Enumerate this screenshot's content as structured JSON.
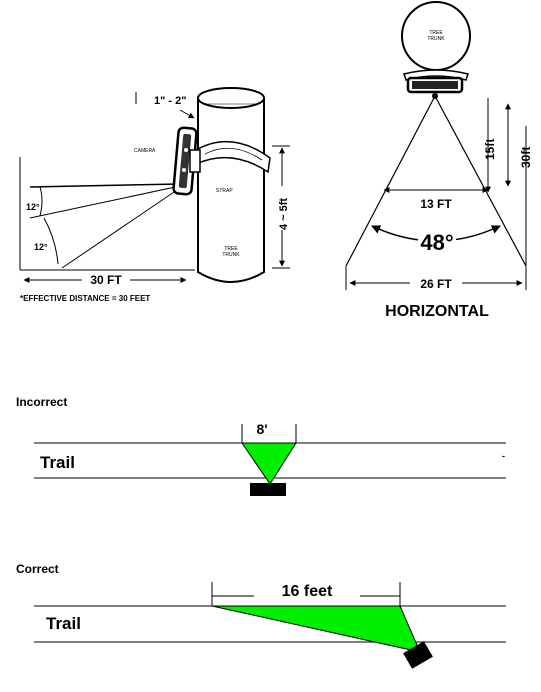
{
  "side_view": {
    "mount_range": "1\" - 2\"",
    "camera_label": "CAMERA",
    "strap_label": "STRAP",
    "trunk_label_1": "TREE",
    "trunk_label_2": "TRUNK",
    "height_label": "4 ~ 5ft",
    "angle_top": "12°",
    "angle_bottom": "12°",
    "distance": "30 FT",
    "effective_note": "*EFFECTIVE DISTANCE = 30 FEET"
  },
  "horizontal_view": {
    "trunk_label_1": "TREE",
    "trunk_label_2": "TRUNK",
    "mid_depth": "15ft",
    "full_depth": "30ft",
    "mid_width": "13 FT",
    "angle": "48°",
    "full_width": "26 FT",
    "caption": "HORIZONTAL"
  },
  "incorrect": {
    "heading": "Incorrect",
    "width_label": "8'",
    "trail_label": "Trail",
    "stray_mark": "-"
  },
  "correct": {
    "heading": "Correct",
    "width_label": "16 feet",
    "trail_label": "Trail"
  },
  "colors": {
    "detection_zone": "#00ee00",
    "camera": "#000000",
    "line": "#000000"
  }
}
